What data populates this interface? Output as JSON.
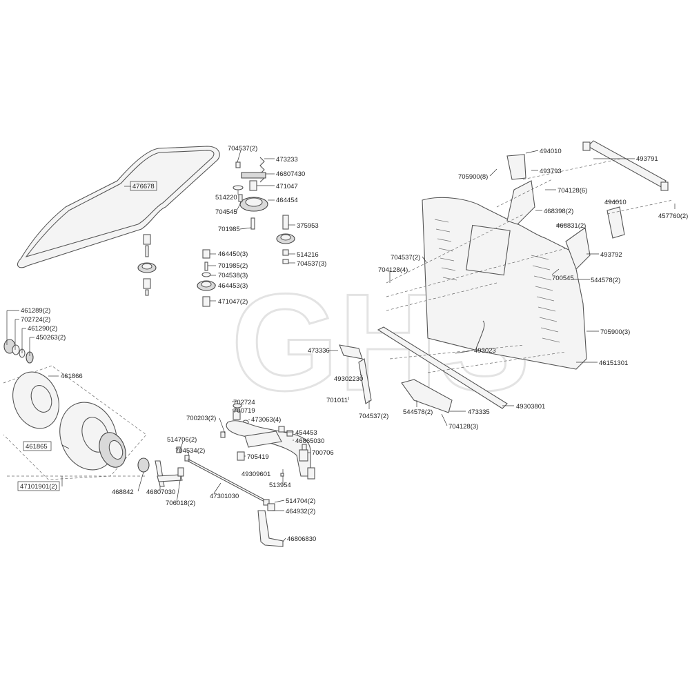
{
  "watermark": "GHS",
  "labels": [
    "476678",
    "704537(2)",
    "473233",
    "46807430",
    "471047",
    "514220",
    "464454",
    "704545",
    "701985",
    "375953",
    "514216",
    "704537(3)",
    "464450(3)",
    "701985(2)",
    "704538(3)",
    "464453(3)",
    "471047(2)",
    "461289(2)",
    "702724(2)",
    "461290(2)",
    "450263(2)",
    "461866",
    "461865",
    "47101901(2)",
    "702724",
    "700719",
    "700203(2)",
    "473063(4)",
    "454453",
    "46865030",
    "514706(2)",
    "704534(2)",
    "700706",
    "705419",
    "49309601",
    "513954",
    "468842",
    "46807030",
    "706018(2)",
    "47301030",
    "514704(2)",
    "464932(2)",
    "46806830",
    "494010",
    "493791",
    "705900(8)",
    "493793",
    "704128(6)",
    "468398(2)",
    "494010",
    "457760(2)",
    "468831(2)",
    "493792",
    "704537(2)",
    "704128(4)",
    "700545",
    "544578(2)",
    "705900(3)",
    "473336",
    "493023",
    "46151301",
    "49302230",
    "701011",
    "704537(2)",
    "544578(2)",
    "473335",
    "49303801",
    "704128(3)"
  ]
}
